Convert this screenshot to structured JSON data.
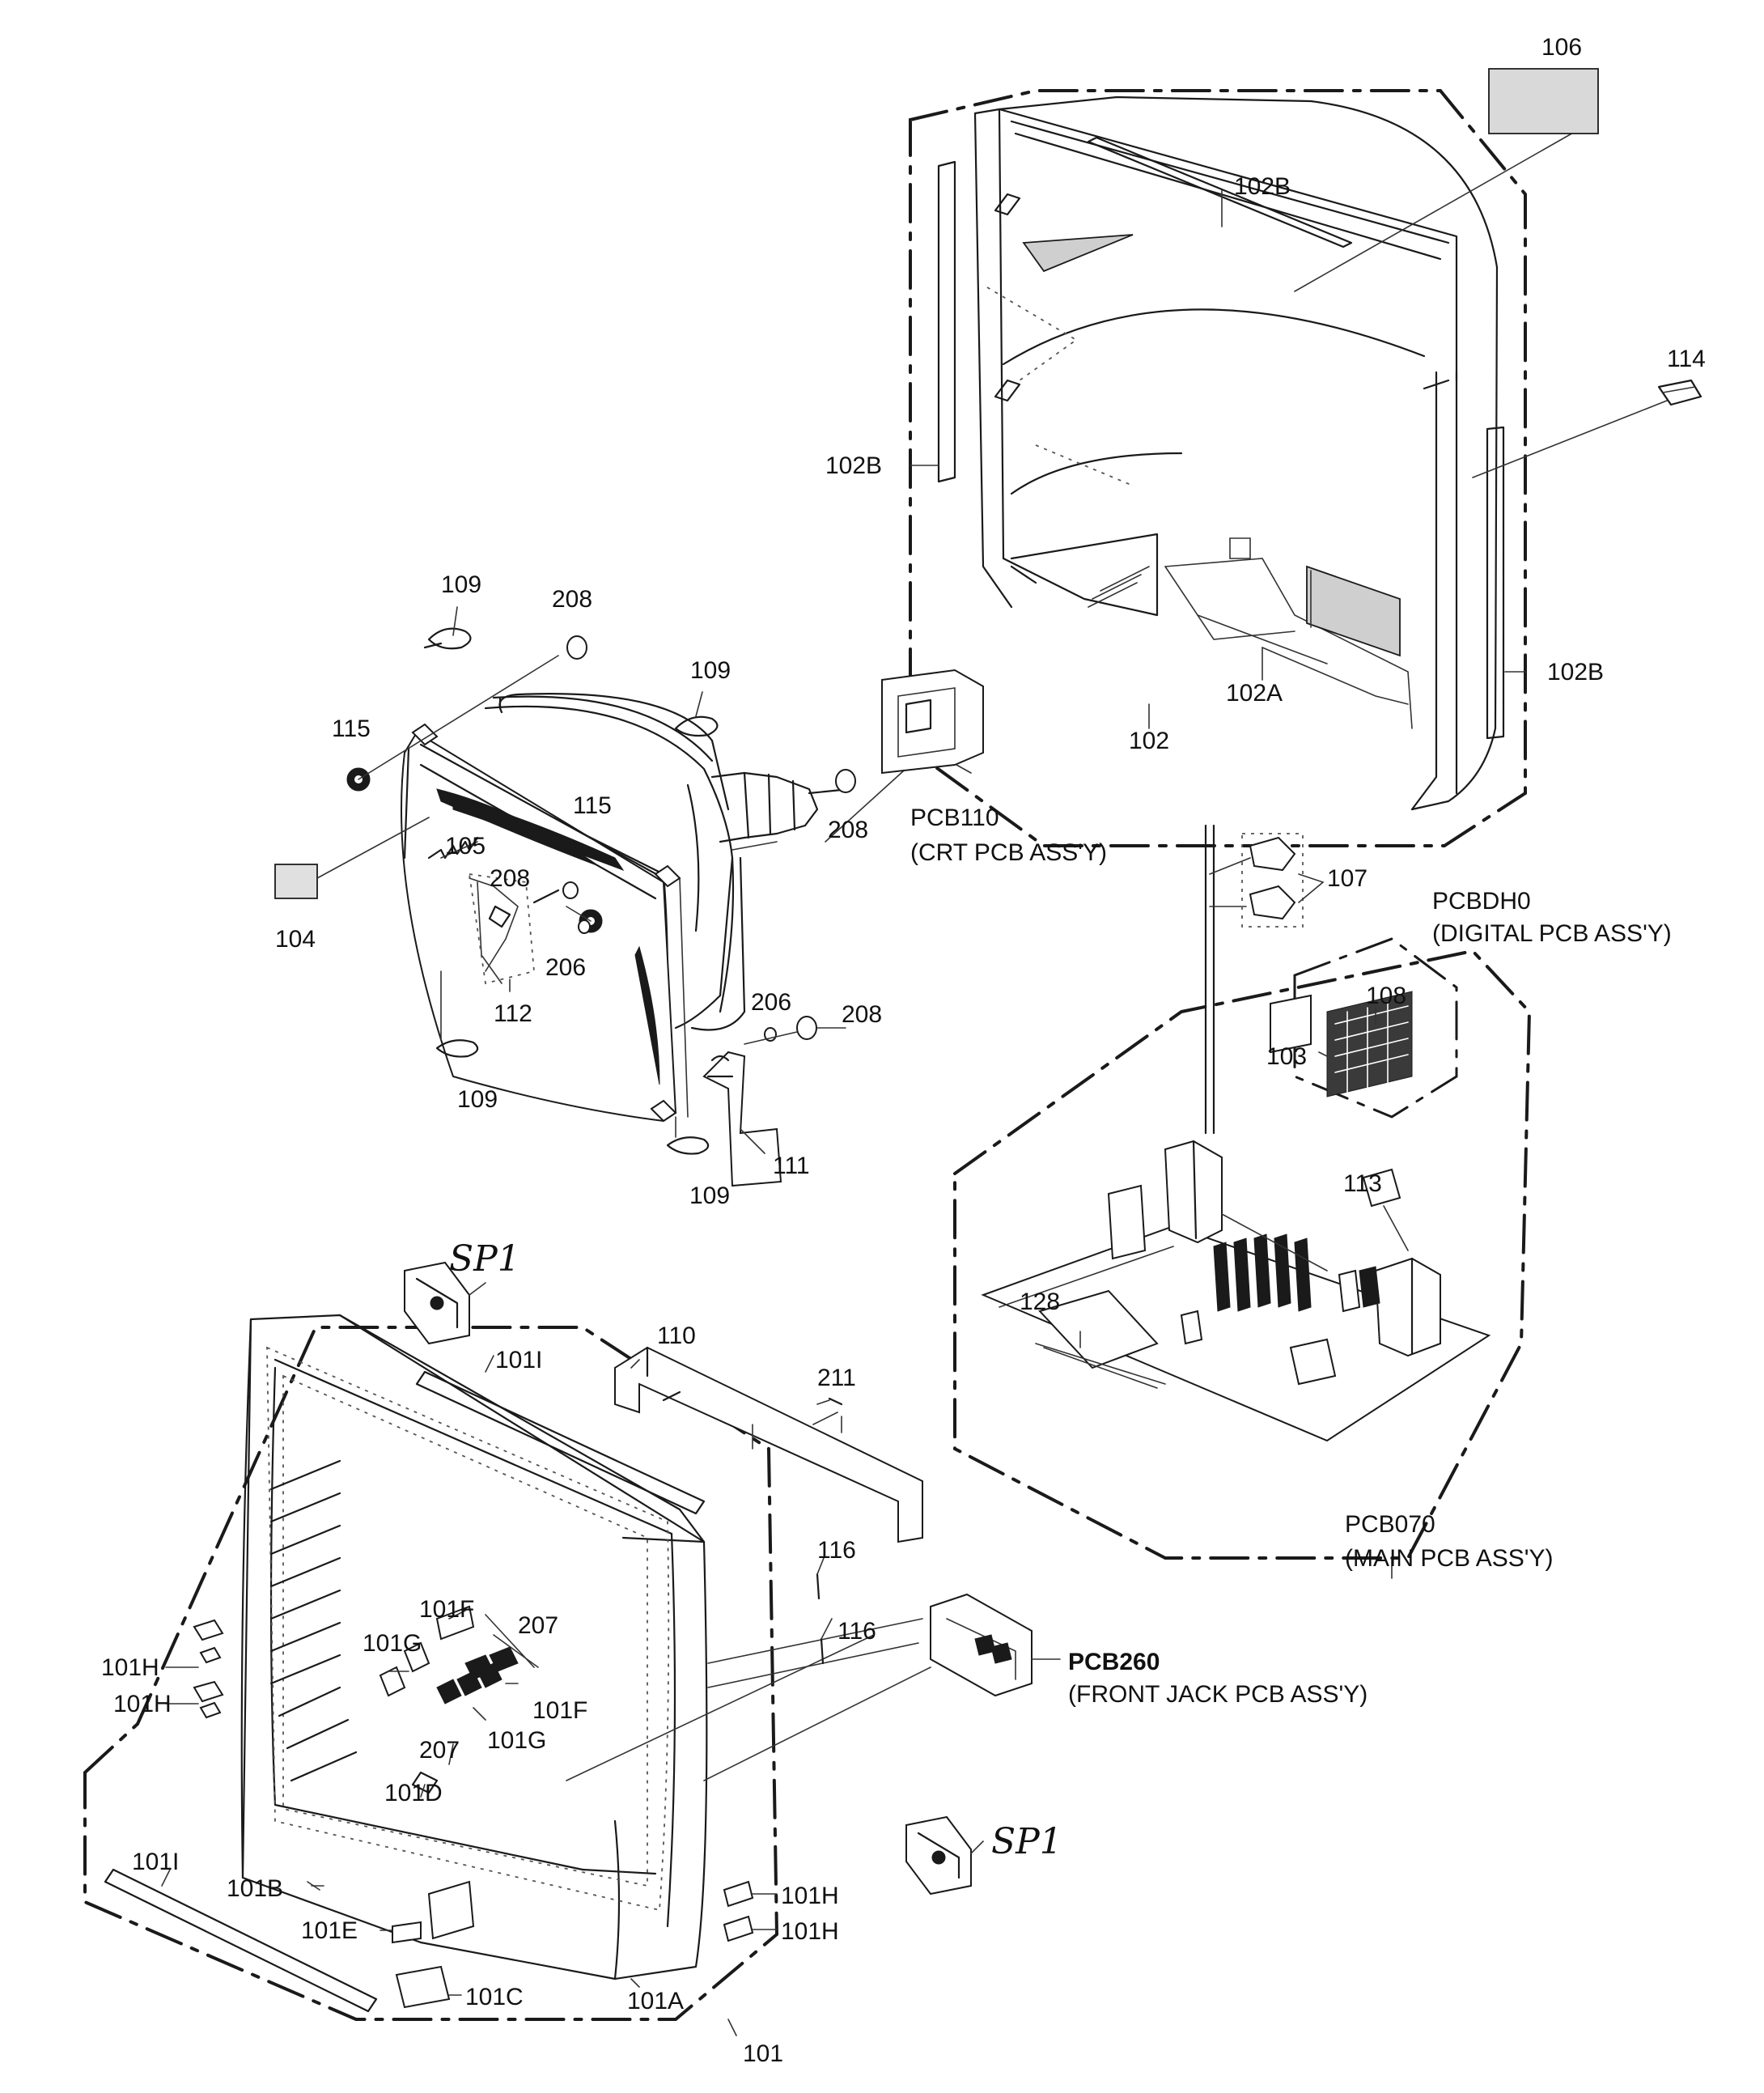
{
  "labels": {
    "l106": "106",
    "l102B_top": "102B",
    "l114": "114",
    "l102B_left": "102B",
    "l102A": "102A",
    "l102B_right": "102B",
    "l102": "102",
    "l109_a": "109",
    "l208_a": "208",
    "l109_b": "109",
    "l115_a": "115",
    "l115_b": "115",
    "l105": "105",
    "l208_b": "208",
    "l206_a": "206",
    "l104": "104",
    "l112": "112",
    "l109_c": "109",
    "l208_c": "208",
    "l206_b": "206",
    "l208_d": "208",
    "l111": "111",
    "l109_d": "109",
    "pcb110": "PCB110",
    "pcb110_desc": "(CRT PCB ASS'Y)",
    "l107": "107",
    "pcbdh0": "PCBDH0",
    "pcbdh0_desc": "(DIGITAL PCB ASS'Y)",
    "l108": "108",
    "l103": "103",
    "l113": "113",
    "l128": "128",
    "pcb070": "PCB070",
    "pcb070_desc": "(MAIN PCB ASS'Y)",
    "sp1_a": "SP1",
    "sp1_b": "SP1",
    "l101I_top": "101I",
    "l110": "110",
    "l211": "211",
    "l116_a": "116",
    "l116_b": "116",
    "l101F_a": "101F",
    "l207_a": "207",
    "l101G_a": "101G",
    "l101H_a": "101H",
    "l101H_b": "101H",
    "l101F_b": "101F",
    "l101G_b": "101G",
    "l207_b": "207",
    "l101D": "101D",
    "pcb260": "PCB260",
    "pcb260_desc": "(FRONT JACK PCB ASS'Y)",
    "l101I_bottom": "101I",
    "l101B": "101B",
    "l101H_c": "101H",
    "l101H_d": "101H",
    "l101E": "101E",
    "l101C": "101C",
    "l101A": "101A",
    "l101": "101"
  },
  "parts": {
    "rear_cabinet": "rear-cabinet",
    "crt": "picture-tube",
    "main_pcb": "main-pcb",
    "front_cabinet": "front-cabinet"
  }
}
